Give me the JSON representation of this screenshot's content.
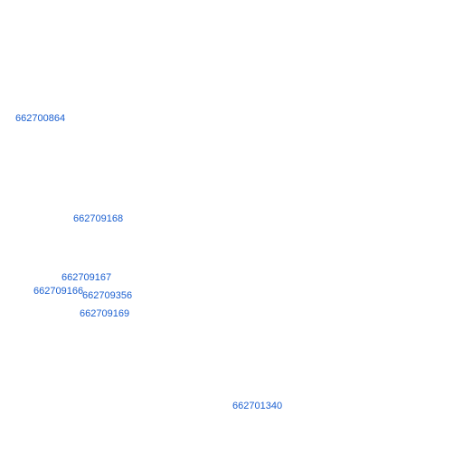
{
  "map": {
    "colors": {
      "background": "#ffffff",
      "label": "#1a5fd0"
    },
    "labels": [
      {
        "id": "662700864"
      },
      {
        "id": "662709168"
      },
      {
        "id": "662709167"
      },
      {
        "id": "662709166"
      },
      {
        "id": "662709356"
      },
      {
        "id": "662709169"
      },
      {
        "id": "662701340"
      }
    ]
  }
}
